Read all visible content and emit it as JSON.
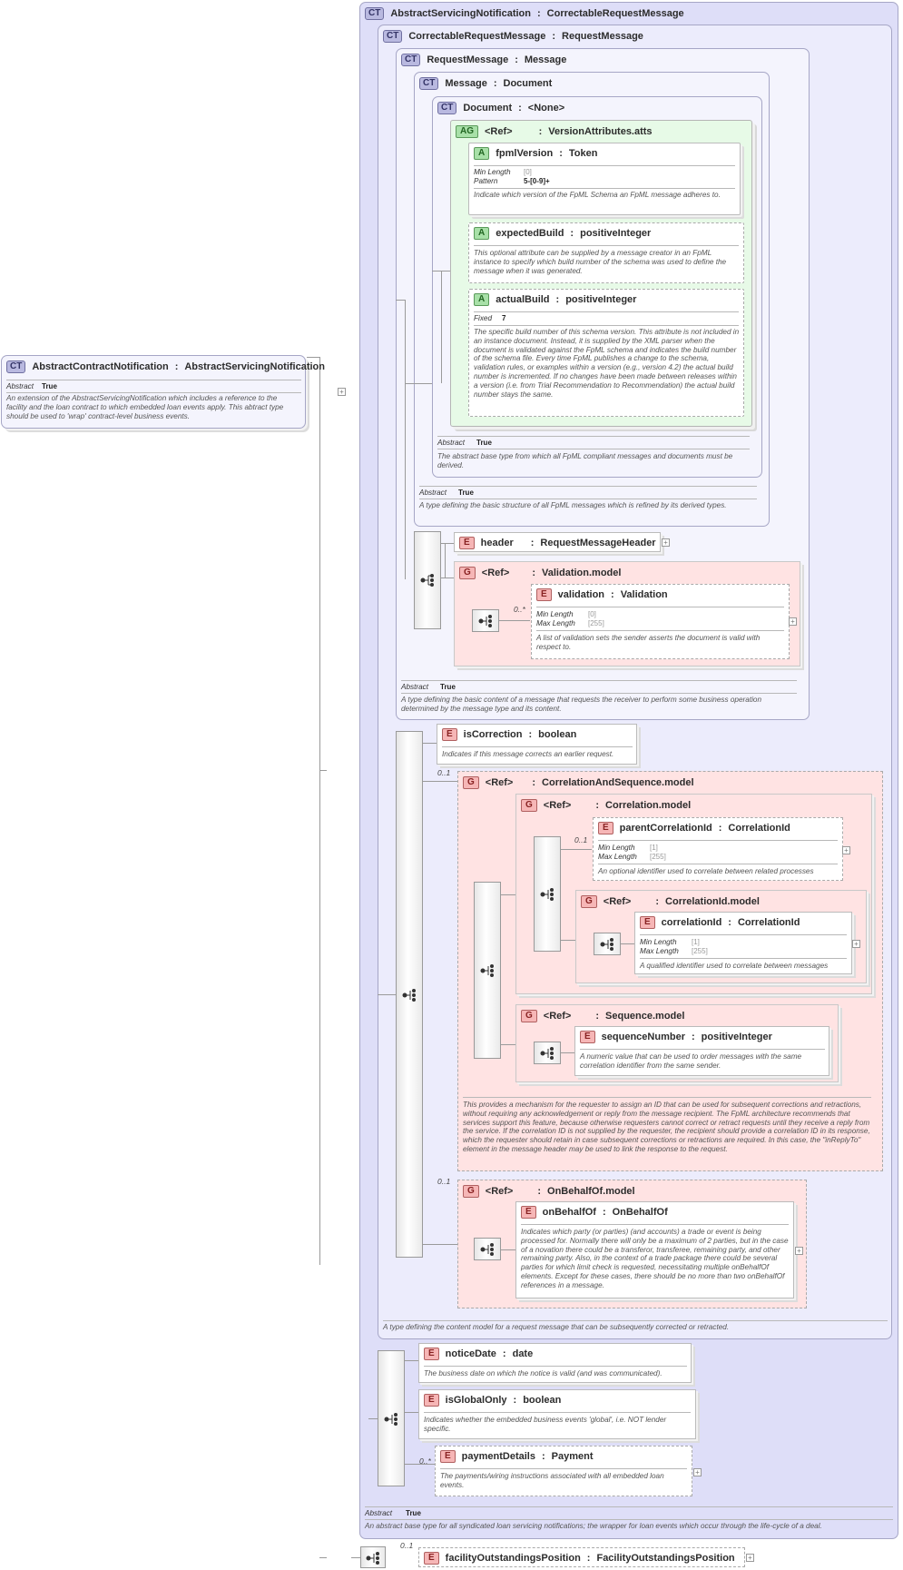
{
  "nodes": {
    "asn": {
      "name": "AbstractServicingNotification",
      "type": "CorrectableRequestMessage",
      "abstract_label": "Abstract",
      "abstract_value": "True",
      "desc": "An abstract base type for all syndicated loan servicing notifications; the wrapper for loan events which occur through the life-cycle of a deal."
    },
    "crm": {
      "name": "CorrectableRequestMessage",
      "type": "RequestMessage",
      "desc": "A type defining the content model for a request message that can be subsequently corrected or retracted."
    },
    "rm": {
      "name": "RequestMessage",
      "type": "Message",
      "abstract_label": "Abstract",
      "abstract_value": "True",
      "desc": "A type defining the basic content of a message that requests the receiver to perform some business operation determined by the message type and its content."
    },
    "msg": {
      "name": "Message",
      "type": "Document",
      "abstract_label": "Abstract",
      "abstract_value": "True",
      "desc": "A type defining the basic structure of all FpML messages which is refined by its derived types."
    },
    "doc": {
      "name": "Document",
      "type": "<None>",
      "abstract_label": "Abstract",
      "abstract_value": "True",
      "desc": "The abstract base type from which all FpML compliant messages and documents must be derived."
    },
    "va": {
      "ref": "<Ref>",
      "name": "VersionAttributes.atts"
    },
    "fpmlVersion": {
      "name": "fpmlVersion",
      "type": "Token",
      "minlen_label": "Min Length",
      "minlen": "[0]",
      "pattern_label": "Pattern",
      "pattern": "5-[0-9]+",
      "desc": "Indicate which version of the FpML Schema an FpML message adheres to."
    },
    "expectedBuild": {
      "name": "expectedBuild",
      "type": "positiveInteger",
      "desc": "This optional attribute can be supplied by a message creator in an FpML instance to specify which build number of the schema was used to define the message when it was generated."
    },
    "actualBuild": {
      "name": "actualBuild",
      "type": "positiveInteger",
      "fixed_label": "Fixed",
      "fixed": "7",
      "desc": "The specific build number of this schema version. This attribute is not included in an instance document. Instead, it is supplied by the XML parser when the document is validated against the FpML schema and indicates the build number of the schema file. Every time FpML publishes a change to the schema, validation rules, or examples within a version (e.g., version 4.2) the actual build number is incremented. If no changes have been made between releases within a version (i.e. from Trial Recommendation to Recommendation) the actual build number stays the same."
    },
    "header": {
      "name": "header",
      "type": "RequestMessageHeader"
    },
    "valmodel": {
      "ref": "<Ref>",
      "name": "Validation.model"
    },
    "validation": {
      "name": "validation",
      "type": "Validation",
      "occ": "0..*",
      "minlen_label": "Min Length",
      "minlen": "[0]",
      "maxlen_label": "Max Length",
      "maxlen": "[255]",
      "desc": "A list of validation sets the sender asserts the document is valid with respect to."
    },
    "isCorrection": {
      "name": "isCorrection",
      "type": "boolean",
      "desc": "Indicates if this message corrects an earlier request."
    },
    "cas": {
      "ref": "<Ref>",
      "name": "CorrelationAndSequence.model",
      "occ": "0..1",
      "desc": "This provides a mechanism for the requester to assign an ID that can be used for subsequent corrections and retractions, without requiring any acknowledgement or reply from the message recipient. The FpML architecture recommends that services support this feature, because otherwise requesters cannot correct or retract requests until they receive a reply from the service. If the correlation ID is not supplied by the requester, the recipient should provide a correlation ID in its response, which the requester should retain in case subsequent corrections or retractions are required. In this case, the \"inReplyTo\" element in the message header may be used to link the response to the request."
    },
    "corrmodel": {
      "ref": "<Ref>",
      "name": "Correlation.model"
    },
    "parentCorr": {
      "name": "parentCorrelationId",
      "type": "CorrelationId",
      "occ": "0..1",
      "minlen_label": "Min Length",
      "minlen": "[1]",
      "maxlen_label": "Max Length",
      "maxlen": "[255]",
      "desc": "An optional identifier used to correlate between related processes"
    },
    "corridmodel": {
      "ref": "<Ref>",
      "name": "CorrelationId.model"
    },
    "corrId": {
      "name": "correlationId",
      "type": "CorrelationId",
      "minlen_label": "Min Length",
      "minlen": "[1]",
      "maxlen_label": "Max Length",
      "maxlen": "[255]",
      "desc": "A qualified identifier used to correlate between messages"
    },
    "seqmodel": {
      "ref": "<Ref>",
      "name": "Sequence.model"
    },
    "seqNum": {
      "name": "sequenceNumber",
      "type": "positiveInteger",
      "desc": "A numeric value that can be used to order messages with the same correlation identifier from the same sender."
    },
    "obomodel": {
      "ref": "<Ref>",
      "name": "OnBehalfOf.model",
      "occ": "0..1"
    },
    "obo": {
      "name": "onBehalfOf",
      "type": "OnBehalfOf",
      "desc": "Indicates which party (or parties) (and accounts) a trade or event is being processed for. Normally there will only be a maximum of 2 parties, but in the case of a novation there could be a transferor, transferee, remaining party, and other remaining party. Also, in the context of a trade package there could be several parties for which limit check is requested, necessitating multiple onBehalfOf elements. Except for these cases, there should be no more than two onBehalfOf references in a message."
    },
    "noticeDate": {
      "name": "noticeDate",
      "type": "date",
      "desc": "The business date on which the notice is valid (and was communicated)."
    },
    "isGlobalOnly": {
      "name": "isGlobalOnly",
      "type": "boolean",
      "desc": "Indicates whether the embedded business events 'global', i.e. NOT lender specific."
    },
    "paymentDetails": {
      "name": "paymentDetails",
      "type": "Payment",
      "occ": "0..*",
      "desc": "The payments/wiring instructions associated with all embedded loan events."
    },
    "facility": {
      "name": "facilityOutstandingsPosition",
      "type": "FacilityOutstandingsPosition",
      "occ": "0..1"
    },
    "acn": {
      "name": "AbstractContractNotification",
      "type": "AbstractServicingNotification",
      "abstract_label": "Abstract",
      "abstract_value": "True",
      "desc": "An extension of the AbstractServicingNotification which includes a reference to the facility and the loan contract to which embedded loan events apply. This abtract type should be used to 'wrap' contract-level business events."
    }
  },
  "badges": {
    "ct": "CT",
    "ag": "AG",
    "a": "A",
    "e": "E",
    "g": "G"
  },
  "separator": ":",
  "colors": {
    "ct_fill": "#dedef8",
    "attr_group_fill": "#e7fae7",
    "group_fill": "#ffe3e3",
    "badge_red": "#f6b6b6"
  },
  "icons": {
    "sequence": "sequence-compositor-icon",
    "expand": "expand-plus-icon",
    "complex-type": "complex-type-icon"
  }
}
